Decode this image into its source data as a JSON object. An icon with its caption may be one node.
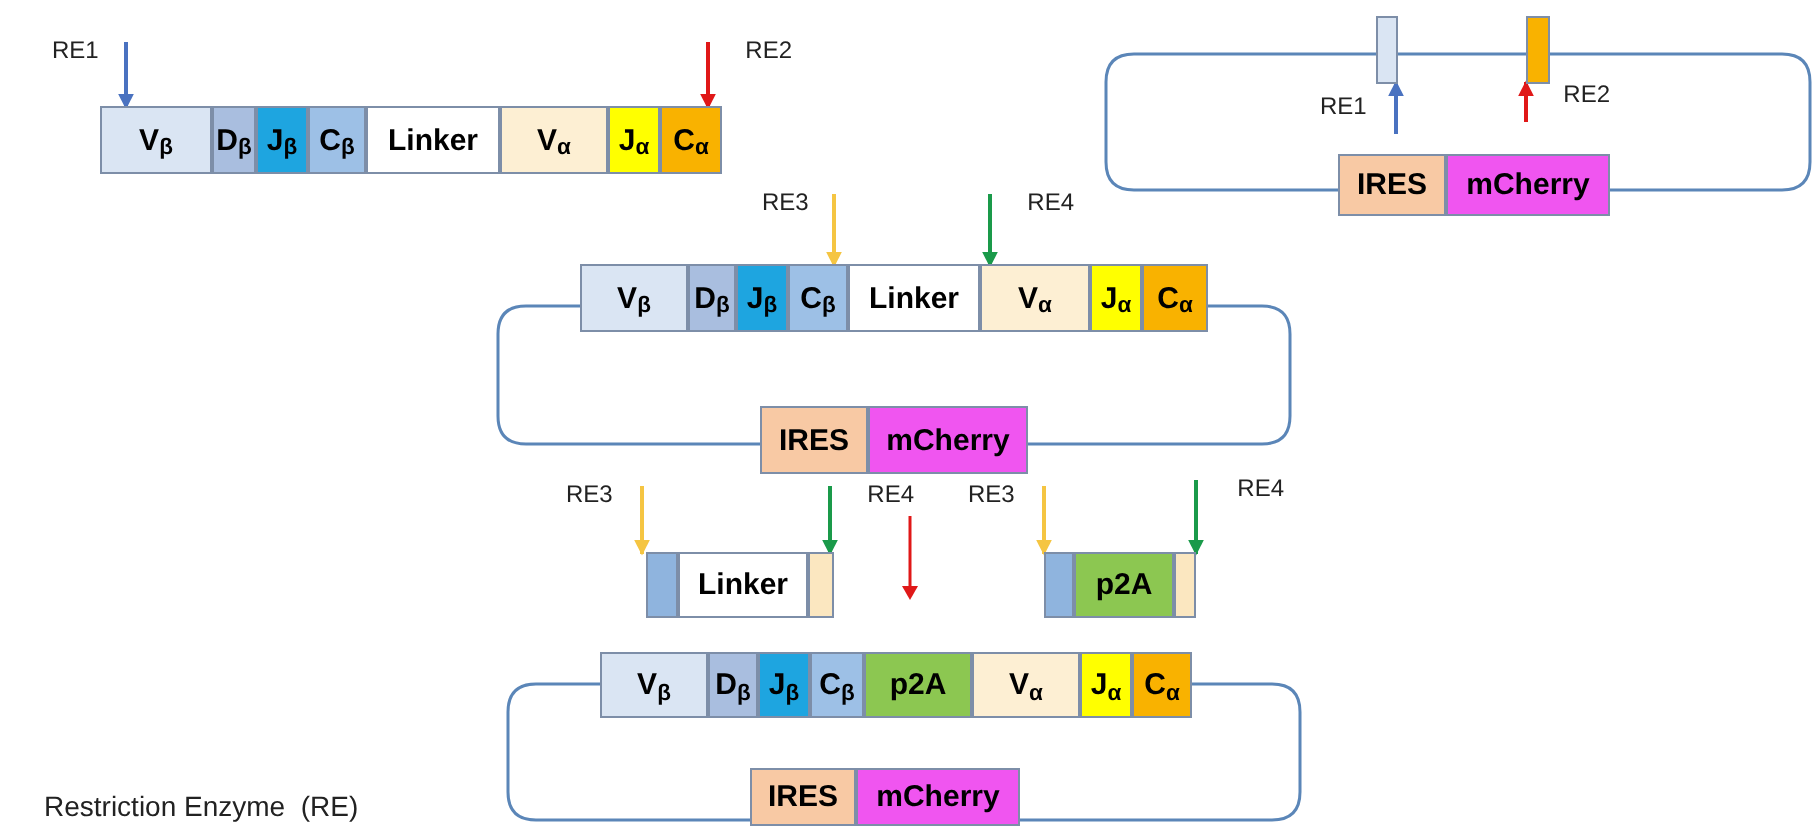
{
  "diagram": {
    "nodes": [
      {
        "text": [
          "RE1"
        ]
      },
      {
        "text": [
          "RE2"
        ]
      },
      {
        "text": [
          "V$_{β}$"
        ]
      },
      {
        "text": [
          "D$_{β}$"
        ]
      },
      {
        "text": [
          "J$_{β}$"
        ]
      },
      {
        "text": [
          "C$_{β}$"
        ]
      },
      {
        "text": [
          "Linker"
        ]
      },
      {
        "text": [
          "V$_{α}$"
        ]
      },
      {
        "text": [
          "J$_{α}$"
        ]
      },
      {
        "text": [
          "C$_{α}$"
        ]
      },
      {
        "text": [],
        "shape": "box"
      },
      {
        "text": [],
        "shape": "box"
      },
      {
        "text": [
          "RE1"
        ]
      },
      {
        "text": [
          "RE2"
        ]
      },
      {
        "text": [
          "IRES"
        ]
      },
      {
        "text": [
          "mCherry"
        ]
      },
      {
        "text": [
          "RE3"
        ]
      },
      {
        "text": [
          "RE4"
        ]
      },
      {
        "text": [
          "V$_{β}$"
        ]
      },
      {
        "text": [
          "D$_{β}$"
        ]
      },
      {
        "text": [
          "J$_{β}$"
        ]
      },
      {
        "text": [
          "C$_{β}$"
        ]
      },
      {
        "text": [
          "Linker"
        ]
      },
      {
        "text": [
          "V$_{α}$"
        ]
      },
      {
        "text": [
          "J$_{α}$"
        ]
      },
      {
        "text": [
          "C$_{α}$"
        ]
      },
      {
        "text": [
          "IRES"
        ]
      },
      {
        "text": [
          "mCherry"
        ]
      },
      {
        "text": [
          "RE3"
        ]
      },
      {
        "text": [
          "RE4"
        ]
      },
      {
        "text": [
          "RE3"
        ]
      },
      {
        "text": [
          "RE4"
        ]
      },
      {
        "text": [],
        "shape": "box"
      },
      {
        "text": [
          "Linker"
        ]
      },
      {
        "text": [],
        "shape": "box"
      },
      {
        "text": [],
        "shape": "box"
      },
      {
        "text": [
          "p2A"
        ]
      },
      {
        "text": [],
        "shape": "box"
      },
      {
        "text": [
          "V$_{β}$"
        ]
      },
      {
        "text": [
          "D$_{β}$"
        ]
      },
      {
        "text": [
          "J$_{β}$"
        ]
      },
      {
        "text": [
          "C$_{β}$"
        ]
      },
      {
        "text": [
          "p2A"
        ]
      },
      {
        "text": [
          "V$_{α}$"
        ]
      },
      {
        "text": [
          "J$_{α}$"
        ]
      },
      {
        "text": [
          "C$_{α}$"
        ]
      },
      {
        "text": [
          "IRES"
        ]
      },
      {
        "text": [
          "mCherry"
        ]
      }
    ],
    "edges": [
      {
        "from": 0,
        "to": 2,
        "arrow": "to",
        "color": "#4a72c0"
      },
      {
        "from": 1,
        "to": 9,
        "arrow": "to",
        "color": "#e01818"
      },
      {
        "from": 12,
        "to": 10,
        "arrow": "to",
        "color": "#4a72c0"
      },
      {
        "from": 13,
        "to": 11,
        "arrow": "to",
        "color": "#e01818"
      },
      {
        "from": 16,
        "to": 21,
        "arrow": "to",
        "color": "#f5c542"
      },
      {
        "from": 17,
        "to": 23,
        "arrow": "to",
        "color": "#1a9a4a"
      },
      {
        "from": 28,
        "to": 32,
        "arrow": "to",
        "color": "#f5c542"
      },
      {
        "from": 29,
        "to": 34,
        "arrow": "to",
        "color": "#1a9a4a"
      },
      {
        "from": 30,
        "to": 35,
        "arrow": "to",
        "color": "#f5c542"
      },
      {
        "from": 31,
        "to": 37,
        "arrow": "to",
        "color": "#1a9a4a"
      },
      {
        "from": 10,
        "to": 11,
        "arrow": "none"
      },
      {
        "from": 10,
        "to": 14,
        "arrow": "none"
      },
      {
        "from": 11,
        "to": 15,
        "arrow": "none"
      },
      {
        "from": 18,
        "to": 26,
        "arrow": "none"
      },
      {
        "from": 25,
        "to": 27,
        "arrow": "none"
      },
      {
        "from": 38,
        "to": 46,
        "arrow": "none"
      },
      {
        "from": 45,
        "to": 47,
        "arrow": "none"
      }
    ],
    "labels": [
      "Restriction Enzyme  (RE)"
    ]
  }
}
